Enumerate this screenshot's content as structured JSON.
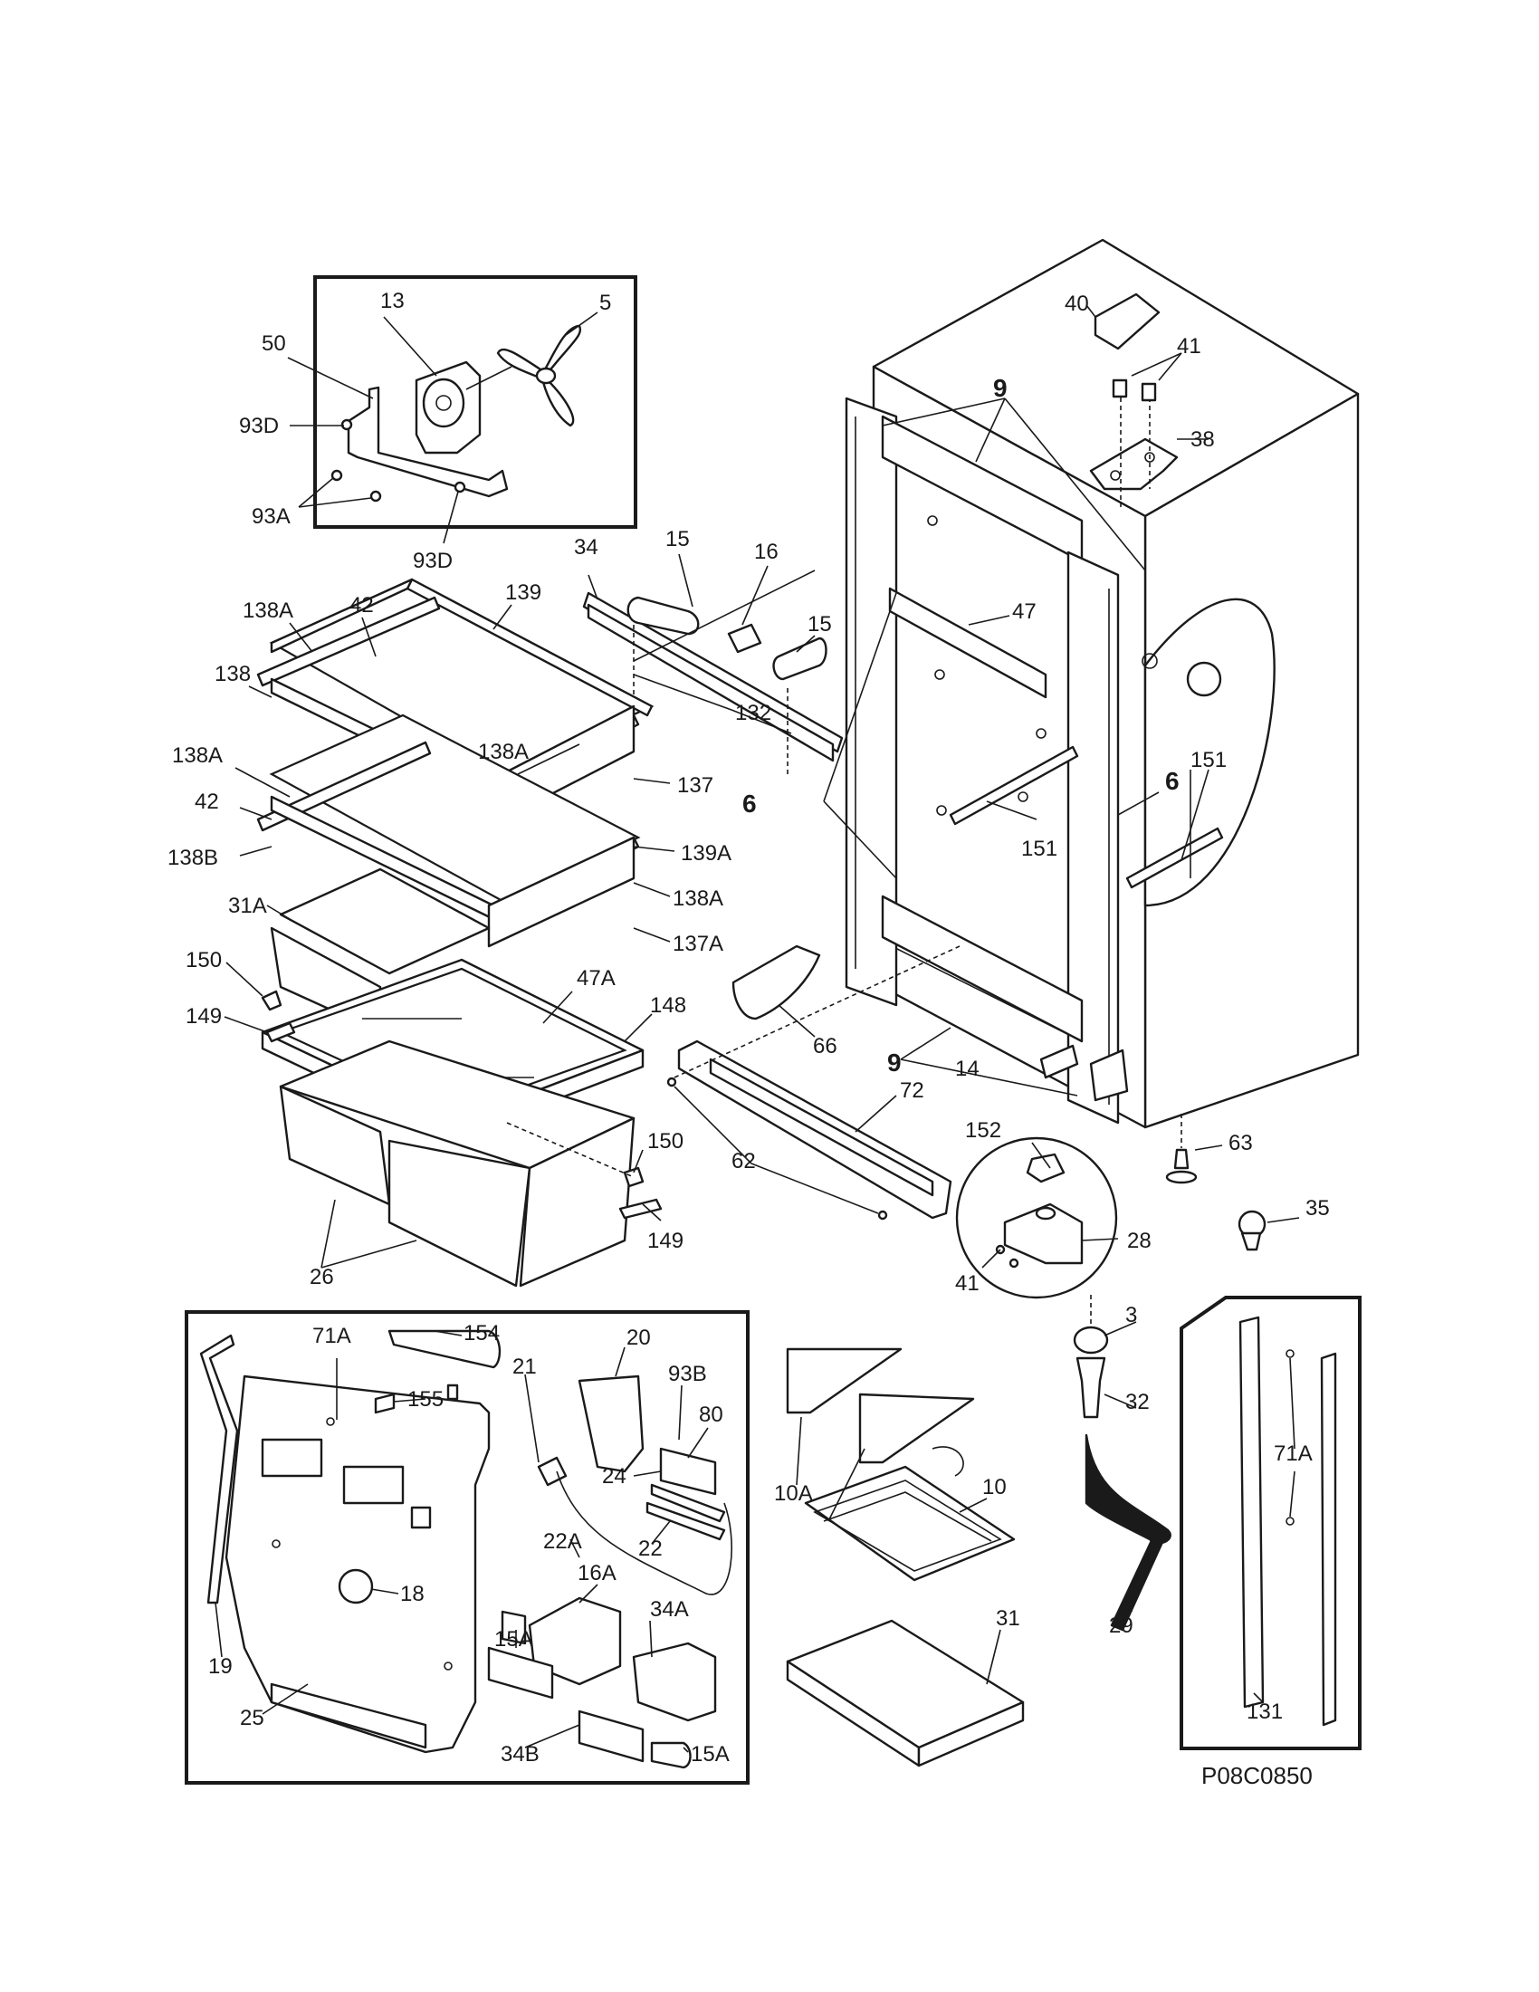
{
  "drawing_code": "P08C0850",
  "callouts": {
    "c13": "13",
    "c5": "5",
    "c50": "50",
    "c93D_a": "93D",
    "c93A": "93A",
    "c93D_b": "93D",
    "c40": "40",
    "c41_a": "41",
    "c38": "38",
    "c9_a": "9",
    "c34": "34",
    "c15_a": "15",
    "c16": "16",
    "c15_b": "15",
    "c132": "132",
    "c139": "139",
    "c138A_a": "138A",
    "c42_a": "42",
    "c138": "138",
    "c138A_b": "138A",
    "c138A_c": "138A",
    "c137": "137",
    "c42_b": "42",
    "c139A": "139A",
    "c138B": "138B",
    "c138A_d": "138A",
    "c137A": "137A",
    "c31A": "31A",
    "c150_a": "150",
    "c149_a": "149",
    "c47A": "47A",
    "c148": "148",
    "c26": "26",
    "c150_b": "150",
    "c149_b": "149",
    "c47": "47",
    "c6_a": "6",
    "c6_b": "6",
    "c151_a": "151",
    "c151_b": "151",
    "c66": "66",
    "c9_b": "9",
    "c14": "14",
    "c72": "72",
    "c62": "62",
    "c152": "152",
    "c63": "63",
    "c28": "28",
    "c41_b": "41",
    "c35": "35",
    "c3": "3",
    "c32": "32",
    "c29": "29",
    "c71A_a": "71A",
    "c154": "154",
    "c21": "21",
    "c20": "20",
    "c93B": "93B",
    "c80": "80",
    "c155": "155",
    "c24": "24",
    "c22A": "22A",
    "c22": "22",
    "c18": "18",
    "c19": "19",
    "c15A_a": "15A",
    "c16A": "16A",
    "c34A": "34A",
    "c34B": "34B",
    "c15A_b": "15A",
    "c25": "25",
    "c10A": "10A",
    "c10": "10",
    "c31": "31",
    "c71A_b": "71A",
    "c131": "131"
  }
}
